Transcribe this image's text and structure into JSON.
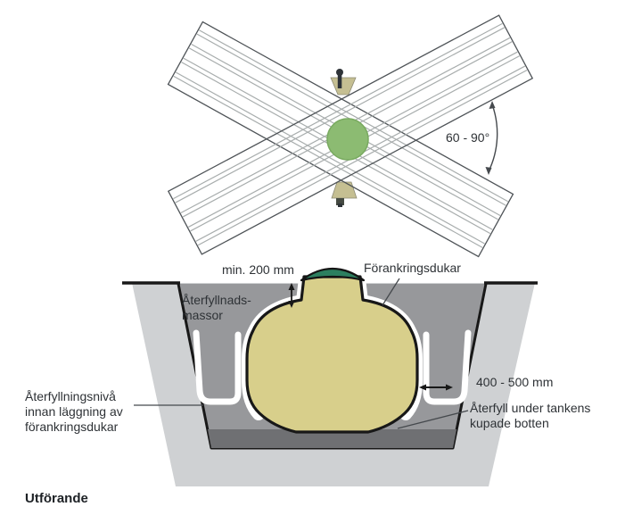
{
  "top_view": {
    "angle_label": "60 - 90°"
  },
  "cross_section": {
    "min_cover_label": "min. 200 mm",
    "anchor_sheets_label": "Förankringsdukar",
    "backfill_label": "Återfyllnads-\nmassor",
    "side_gap_label": "400 - 500 mm",
    "under_tank_label": "Återfyll under tankens\nkupade botten",
    "fill_level_label": "Återfyllningsnivå\ninnan läggning av\nförankringsdukar"
  },
  "caption": "Utförande",
  "colors": {
    "tank_body": "#d8cf8b",
    "lid_green": "#2c7f5f",
    "top_circle_green": "#8cbb72",
    "pit_fill": "#97989b",
    "bedding_fill": "#6f7073",
    "ground_fill": "#cfd1d3",
    "anchor_tan": "#c5bf92"
  }
}
